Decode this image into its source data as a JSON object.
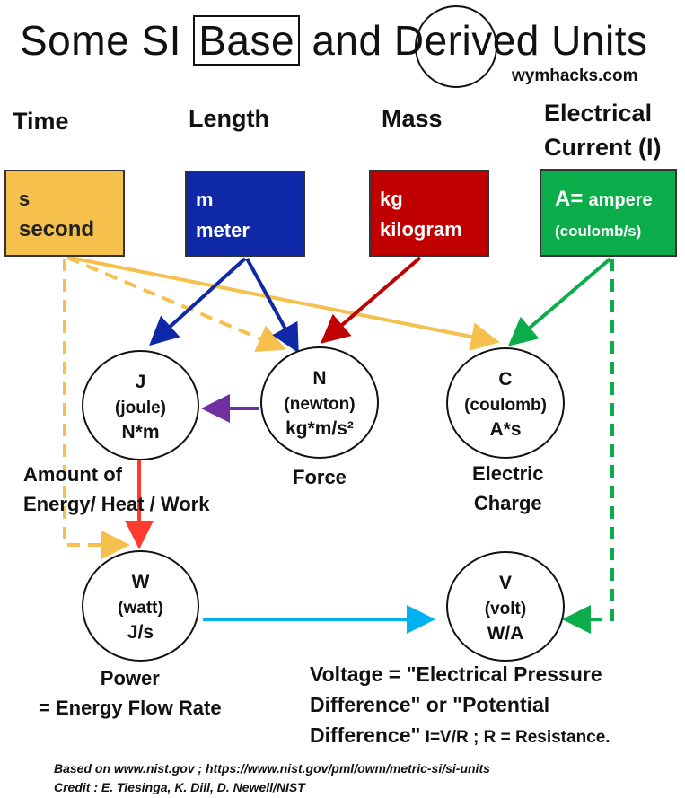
{
  "title": {
    "pre": "Some SI ",
    "boxed": "Base",
    "mid": " and Deri",
    "circled_letter": "v",
    "post": "ed Units"
  },
  "site": "wymhacks.com",
  "base_units": [
    {
      "heading": "Time",
      "symbol": "s",
      "name": "second",
      "color": "#f6c04d"
    },
    {
      "heading": "Length",
      "symbol": "m",
      "name": "meter",
      "color": "#0e28a8"
    },
    {
      "heading": "Mass",
      "symbol": "kg",
      "name": "kilogram",
      "color": "#c00000"
    },
    {
      "heading_line1": "Electrical",
      "heading_line2": "Current (I)",
      "symbol": "A=",
      "name_inline": "ampere",
      "name": "(coulomb/s)",
      "color": "#0aad4a"
    }
  ],
  "derived_units": {
    "joule": {
      "symbol": "J",
      "name": "(joule)",
      "expr": "N*m"
    },
    "newton": {
      "symbol": "N",
      "name": "(newton)",
      "expr": "kg*m/s²"
    },
    "coulomb": {
      "symbol": "C",
      "name": "(coulomb)",
      "expr": "A*s"
    },
    "watt": {
      "symbol": "W",
      "name": "(watt)",
      "expr": "J/s"
    },
    "volt": {
      "symbol": "V",
      "name": "(volt)",
      "expr": "W/A"
    }
  },
  "labels": {
    "energy_l1": "Amount of",
    "energy_l2": "Energy/ Heat / Work",
    "force": "Force",
    "charge_l1": "Electric",
    "charge_l2": "Charge",
    "power_l1": "Power",
    "power_l2": "= Energy Flow Rate",
    "voltage_l1": "Voltage = \"Electrical Pressure",
    "voltage_l2": "Difference\" or \"Potential",
    "voltage_l3": "Difference\"",
    "voltage_small": " I=V/R ; R = Resistance."
  },
  "footer": {
    "line1": "Based on  www.nist.gov ; https://www.nist.gov/pml/owm/metric-si/si-units",
    "line2": "Credit : E. Tiesinga, K. Dill, D. Newell/NIST"
  },
  "arrow_colors": {
    "time": "#f6c04d",
    "length": "#0e28a8",
    "mass": "#c00000",
    "current": "#0aad4a",
    "newton_to_joule": "#7030a0",
    "joule_to_watt": "#ff3b30",
    "watt_to_volt": "#00b0f0"
  }
}
